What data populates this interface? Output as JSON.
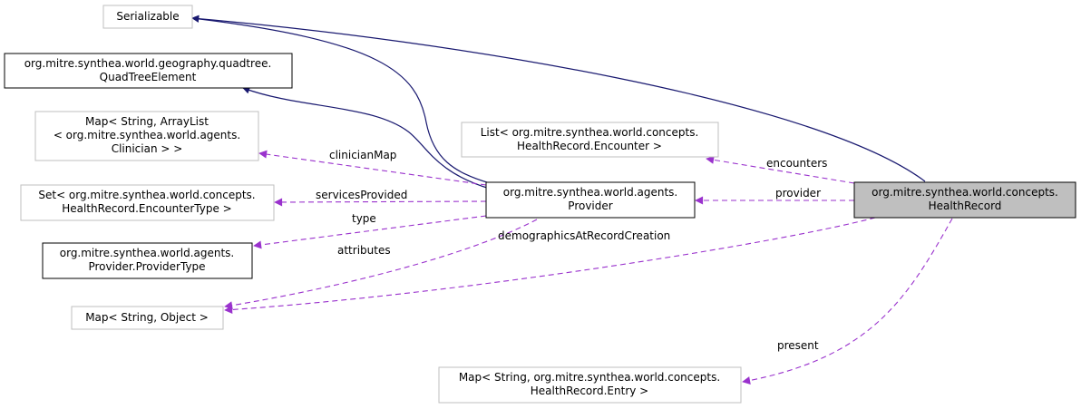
{
  "diagram": {
    "colors": {
      "inherit_edge": "#191970",
      "usage_edge": "#9a32cd",
      "focus_fill": "#bfbfbf",
      "focus_border": "#000000",
      "documented_border": "#000000",
      "undocumented_border": "#bfbfbf"
    },
    "nodes": {
      "serializable": {
        "line1": "Serializable"
      },
      "quadtree_element": {
        "line1": "org.mitre.synthea.world.geography.quadtree.",
        "line2": "QuadTreeElement"
      },
      "clinician_map_type": {
        "line1": "Map< String, ArrayList",
        "line2": "< org.mitre.synthea.world.agents.",
        "line3": "Clinician > >"
      },
      "encounter_type_set": {
        "line1": "Set< org.mitre.synthea.world.concepts.",
        "line2": "HealthRecord.EncounterType >"
      },
      "provider_type": {
        "line1": "org.mitre.synthea.world.agents.",
        "line2": "Provider.ProviderType"
      },
      "string_object_map": {
        "line1": "Map< String, Object >"
      },
      "encounter_list": {
        "line1": "List< org.mitre.synthea.world.concepts.",
        "line2": "HealthRecord.Encounter >"
      },
      "provider": {
        "line1": "org.mitre.synthea.world.agents.",
        "line2": "Provider"
      },
      "health_record": {
        "line1": "org.mitre.synthea.world.concepts.",
        "line2": "HealthRecord"
      },
      "entry_map": {
        "line1": "Map< String, org.mitre.synthea.world.concepts.",
        "line2": "HealthRecord.Entry >"
      }
    },
    "edge_labels": {
      "clinician_map": "clinicianMap",
      "services_provided": "servicesProvided",
      "type": "type",
      "attributes": "attributes",
      "encounters": "encounters",
      "provider": "provider",
      "demographics": "demographicsAtRecordCreation",
      "present": "present"
    }
  }
}
